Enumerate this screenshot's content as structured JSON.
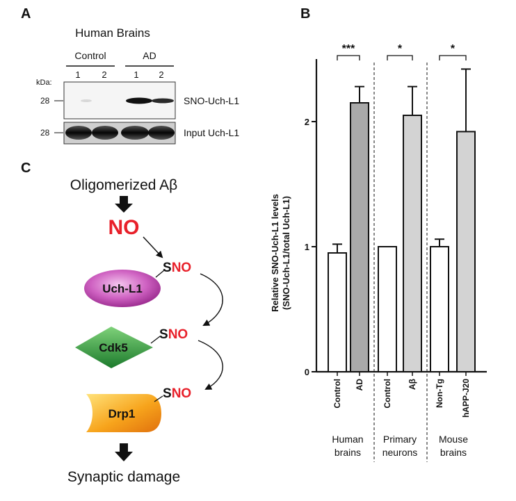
{
  "panel_a": {
    "letter": "A",
    "title": "Human Brains",
    "group_control": "Control",
    "group_ad": "AD",
    "lanes": [
      "1",
      "2",
      "1",
      "2"
    ],
    "kda_label": "kDa:",
    "marker_top": "28",
    "marker_bottom": "28",
    "blot_top_label": "SNO-Uch-L1",
    "blot_bottom_label": "Input Uch-L1"
  },
  "panel_b": {
    "letter": "B"
  },
  "panel_c": {
    "letter": "C",
    "trigger": "Oligomerized Aβ",
    "no_label": "NO",
    "sno_s": "S",
    "sno_no": "NO",
    "proteins": [
      "Uch-L1",
      "Cdk5",
      "Drp1"
    ],
    "outcome": "Synaptic damage"
  },
  "chart_data": {
    "type": "bar",
    "ylabel_line1": "Relative SNO-Uch-L1 levels",
    "ylabel_line2": "(SNO-Uch-L1/total Uch-L1)",
    "ylim": [
      0,
      2.5
    ],
    "yticks": [
      "0",
      "1",
      "2"
    ],
    "grid": false,
    "categories": [
      "Control",
      "AD",
      "Control",
      "Aβ",
      "Non-Tg",
      "hAPP-J20"
    ],
    "values": [
      0.95,
      2.15,
      1.0,
      2.05,
      1.0,
      1.92
    ],
    "errors": [
      0.07,
      0.13,
      0.0,
      0.23,
      0.06,
      0.5
    ],
    "bar_colors": [
      "#ffffff",
      "#a9a9a9",
      "#ffffff",
      "#d3d3d3",
      "#ffffff",
      "#d3d3d3"
    ],
    "groups": [
      {
        "line1": "Human",
        "line2": "brains"
      },
      {
        "line1": "Primary",
        "line2": "neurons"
      },
      {
        "line1": "Mouse",
        "line2": "brains"
      }
    ],
    "significance": [
      "***",
      "*",
      "*"
    ]
  },
  "colors": {
    "no_red": "#e8202a",
    "uch_purple": "#c24fb5",
    "cdk5_green": "#2e9b3a",
    "drp1_orange": "#f59a18"
  }
}
